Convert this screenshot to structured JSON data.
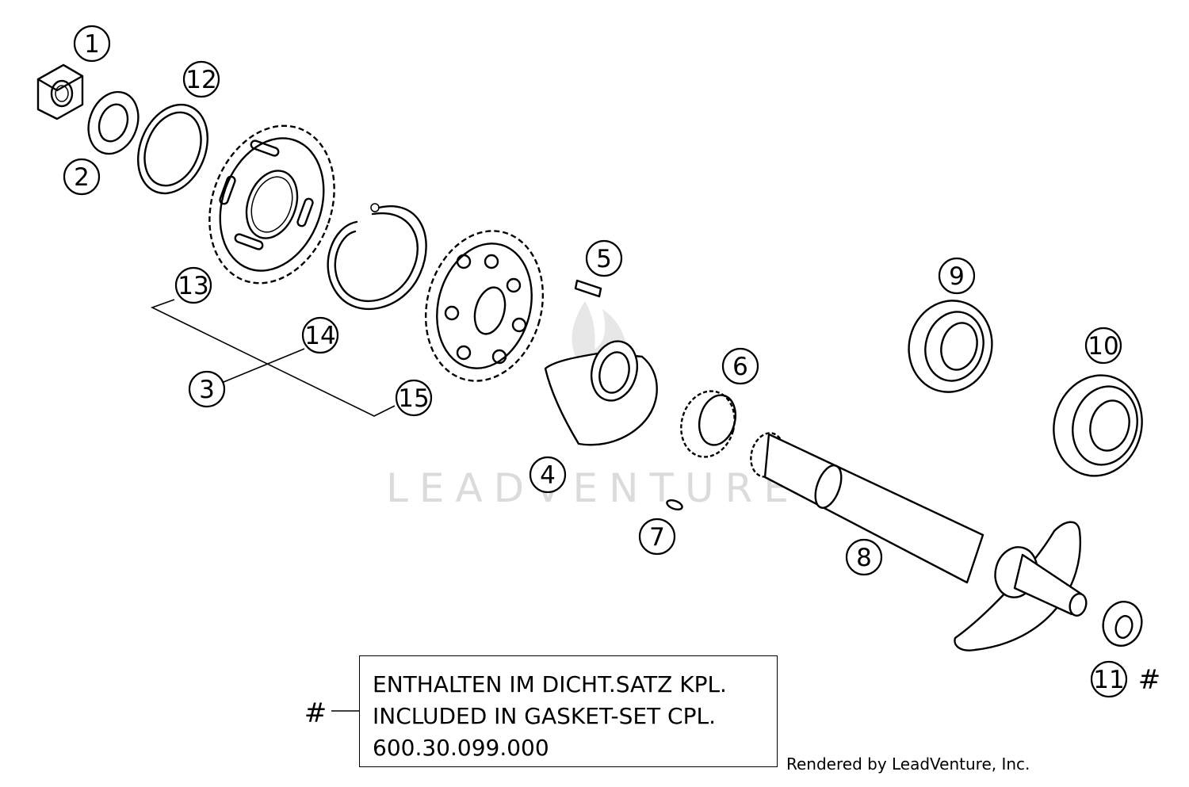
{
  "watermark": "LEADVENTURE",
  "callouts": [
    {
      "id": "1",
      "label": "1"
    },
    {
      "id": "2",
      "label": "2"
    },
    {
      "id": "3",
      "label": "3"
    },
    {
      "id": "4",
      "label": "4"
    },
    {
      "id": "5",
      "label": "5"
    },
    {
      "id": "6",
      "label": "6"
    },
    {
      "id": "7",
      "label": "7"
    },
    {
      "id": "8",
      "label": "8"
    },
    {
      "id": "9",
      "label": "9"
    },
    {
      "id": "10",
      "label": "10"
    },
    {
      "id": "11",
      "label": "11"
    },
    {
      "id": "12",
      "label": "12"
    },
    {
      "id": "13",
      "label": "13"
    },
    {
      "id": "14",
      "label": "14"
    },
    {
      "id": "15",
      "label": "15"
    }
  ],
  "gasket_marker": "#",
  "note": {
    "marker": "#",
    "line1": "ENTHALTEN IM DICHT.SATZ KPL.",
    "line2": "INCLUDED IN GASKET-SET CPL.",
    "line3": "600.30.099.000"
  },
  "credit": "Rendered by LeadVenture, Inc."
}
